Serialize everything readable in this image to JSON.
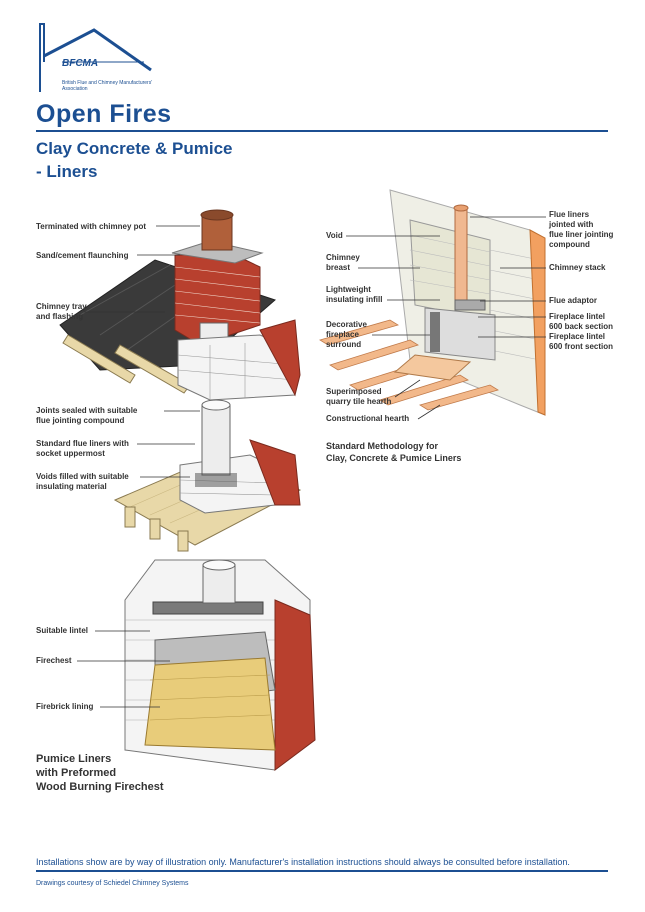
{
  "header": {
    "logo_abbr": "BFCMA",
    "logo_name": "British Flue and Chimney Manufacturers' Association",
    "title": "Open Fires",
    "subtitle_line1": "Clay Concrete & Pumice",
    "subtitle_line2": "- Liners"
  },
  "left_diagram": {
    "labels": [
      "Terminated with chimney pot",
      "Sand/cement flaunching",
      "Chimney tray",
      "and flashing",
      "Joints sealed with suitable",
      "flue jointing compound",
      "Standard flue liners with",
      "socket uppermost",
      "Voids filled with suitable",
      "insulating material",
      "Suitable lintel",
      "Firechest",
      "Firebrick lining"
    ],
    "caption_lines": [
      "Pumice Liners",
      "with Preformed",
      "Wood Burning Firechest"
    ]
  },
  "right_diagram": {
    "labels_left": [
      "Void",
      "Chimney",
      "breast",
      "Lightweight",
      "insulating infill",
      "Decorative",
      "fireplace",
      "surround",
      "Superimposed",
      "quarry tile hearth",
      "Constructional hearth"
    ],
    "labels_right": [
      "Flue liners",
      "jointed with",
      "flue liner jointing",
      "compound",
      "Chimney stack",
      "Flue adaptor",
      "Fireplace lintel",
      "600 back section",
      "Fireplace lintel",
      "600 front section"
    ],
    "caption_lines": [
      "Standard Methodology for",
      "Clay, Concrete & Pumice Liners"
    ]
  },
  "footer": {
    "note": "Installations show are by way of illustration only. Manufacturer's installation instructions should always be consulted before installation.",
    "credit": "Drawings courtesy of Schiedel Chimney Systems"
  },
  "colors": {
    "brand_blue": "#1c4f92",
    "brick": "#b8402e",
    "clay_liner": "#b0603a",
    "timber": "#e8d8a8",
    "roof": "#3a3a3a"
  }
}
